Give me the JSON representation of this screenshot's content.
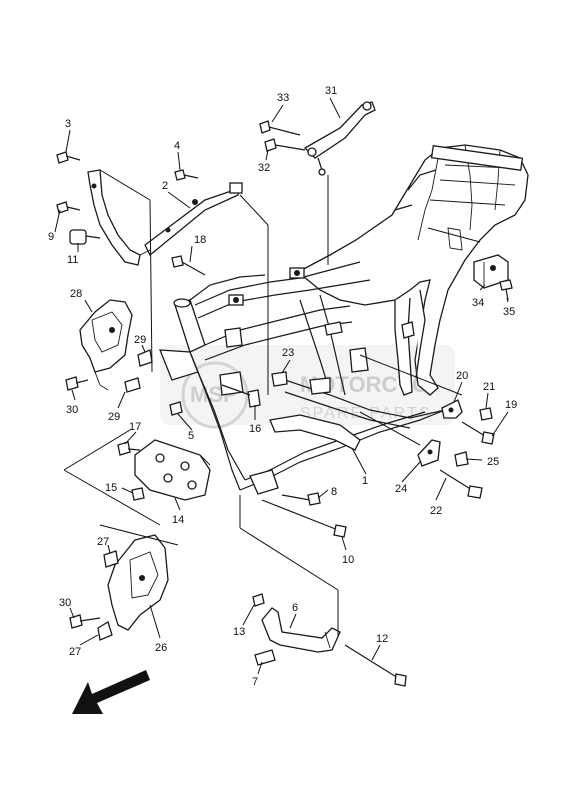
{
  "watermark": {
    "line1": "MOTORCYC",
    "line2": "SPARE PARTS",
    "badge": "MSP"
  },
  "labels": [
    "1",
    "2",
    "3",
    "4",
    "5",
    "6",
    "7",
    "8",
    "9",
    "10",
    "11",
    "12",
    "13",
    "14",
    "15",
    "16",
    "17",
    "18",
    "19",
    "20",
    "21",
    "22",
    "23",
    "24",
    "25",
    "26",
    "27",
    "28",
    "29",
    "30",
    "31",
    "32",
    "33",
    "34",
    "35"
  ],
  "colors": {
    "ink": "#111111",
    "watermark": "#c8c8c8"
  }
}
